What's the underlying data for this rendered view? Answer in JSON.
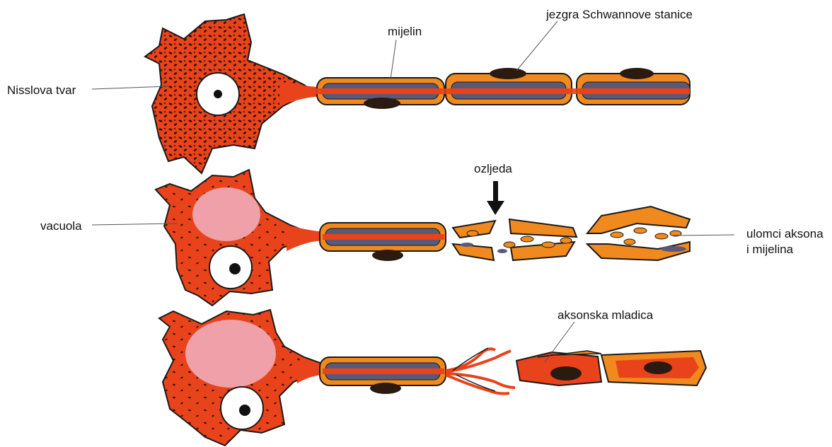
{
  "labels": {
    "nissl": "Nisslova tvar",
    "myelin": "mijelin",
    "schwann_nucleus": "jezgra Schwannove stanice",
    "vacuole": "vacuola",
    "injury": "ozljeda",
    "fragments_line1": "ulomci aksona",
    "fragments_line2": "i mijelina",
    "sprout": "aksonska mladica"
  },
  "colors": {
    "cell_body": "#e8431b",
    "cell_outline": "#1a1a1a",
    "myelin_orange": "#f08a1e",
    "myelin_inner": "#5a5a78",
    "vacuole": "#f0a0a8",
    "nucleus": "#ffffff",
    "label_text": "#111111",
    "leader_line": "#555555"
  }
}
